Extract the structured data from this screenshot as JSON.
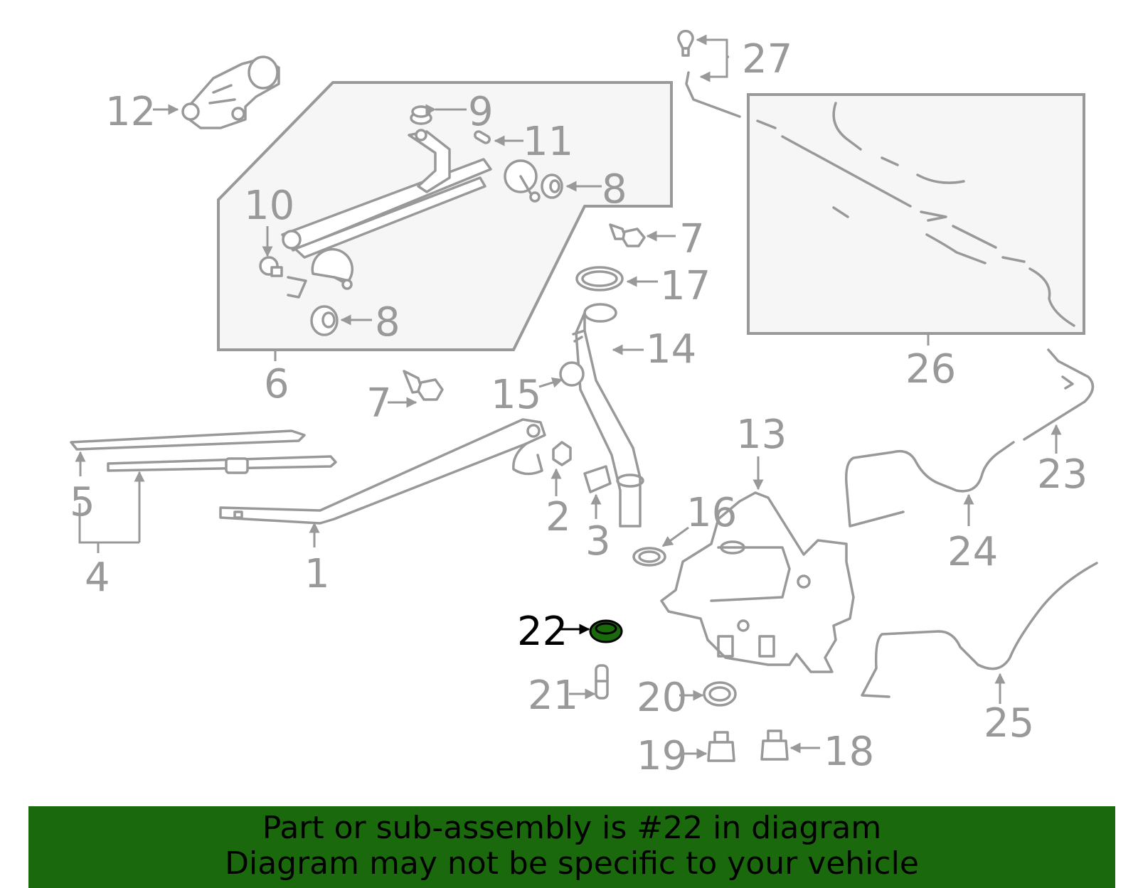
{
  "diagram": {
    "callouts": {
      "c1": "1",
      "c2": "2",
      "c3": "3",
      "c4": "4",
      "c5": "5",
      "c6": "6",
      "c7a": "7",
      "c7b": "7",
      "c8a": "8",
      "c8b": "8",
      "c9": "9",
      "c10": "10",
      "c11": "11",
      "c12": "12",
      "c13": "13",
      "c14": "14",
      "c15": "15",
      "c16": "16",
      "c17": "17",
      "c18": "18",
      "c19": "19",
      "c20": "20",
      "c21": "21",
      "c22": "22",
      "c23": "23",
      "c24": "24",
      "c25": "25",
      "c26": "26",
      "c27": "27"
    },
    "highlighted_part": "22",
    "highlight_color": "#1a6a0d",
    "banner_color": "#1a6a0d"
  },
  "banner": {
    "line1": "Part or sub-assembly is #22 in diagram",
    "line2": "Diagram may not be specific to your vehicle"
  }
}
